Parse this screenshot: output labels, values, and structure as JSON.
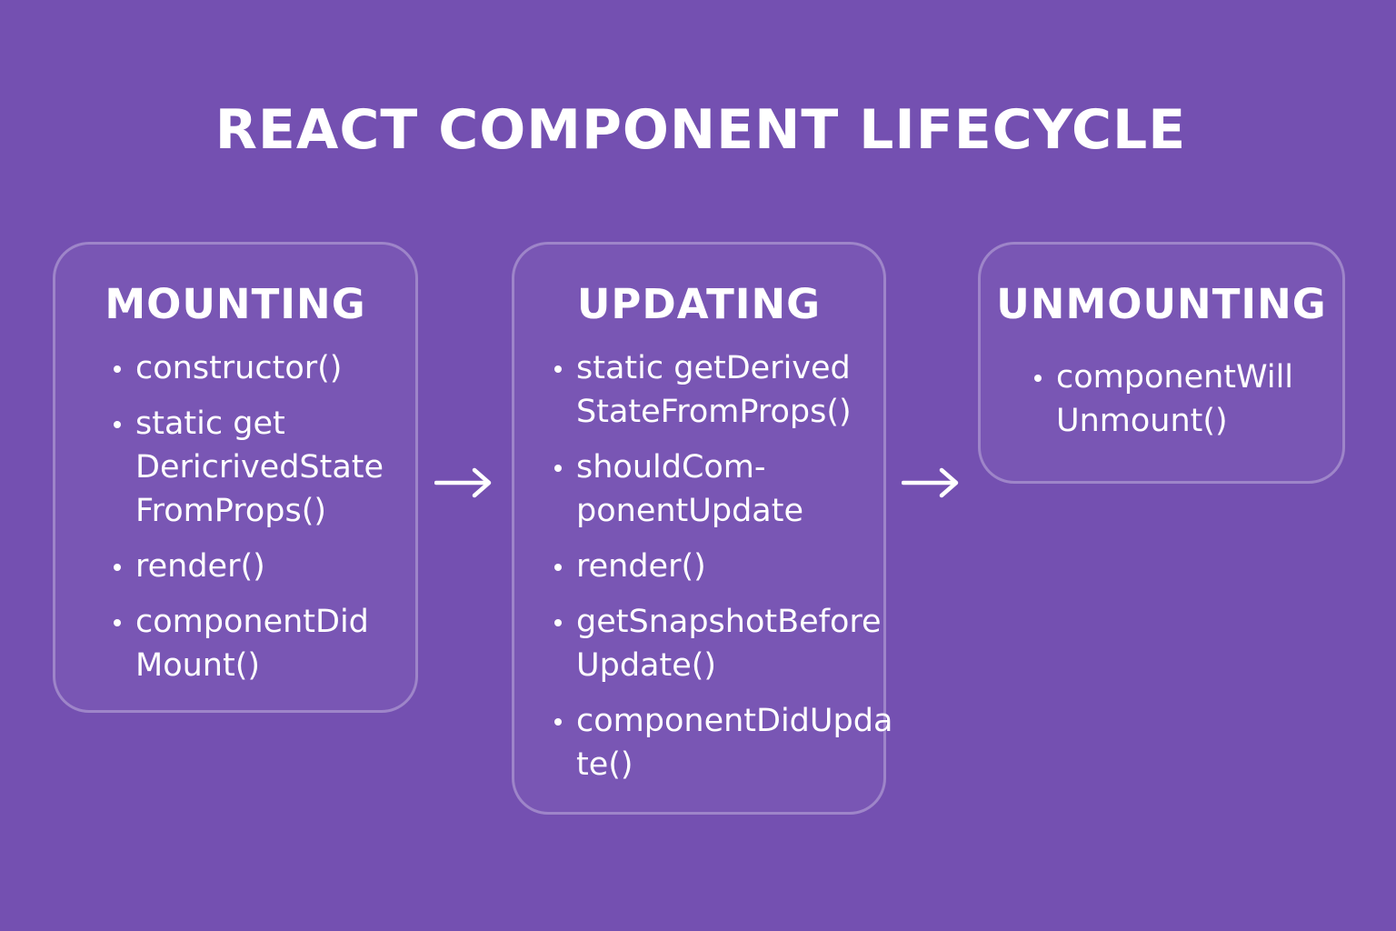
{
  "title": "REACT COMPONENT LIFECYCLE",
  "colors": {
    "background": "#7450b1",
    "text": "#ffffff",
    "box_border": "rgba(255,255,255,0.28)"
  },
  "phases": [
    {
      "heading": "MOUNTING",
      "methods": [
        "constructor()",
        "static get\nDericrivedState\nFromProps()",
        "render()",
        "componentDid\nMount()"
      ]
    },
    {
      "heading": "UPDATING",
      "methods": [
        "static getDerived\nStateFromProps()",
        "shouldCom-\nponentUpdate",
        "render()",
        "getSnapshotBefore\nUpdate()",
        "componentDidUpda\nte()"
      ]
    },
    {
      "heading": "UNMOUNTING",
      "methods": [
        "componentWill\nUnmount()"
      ]
    }
  ],
  "connectors": [
    {
      "from": "MOUNTING",
      "to": "UPDATING",
      "icon": "right-arrow-icon"
    },
    {
      "from": "UPDATING",
      "to": "UNMOUNTING",
      "icon": "right-arrow-icon"
    }
  ]
}
